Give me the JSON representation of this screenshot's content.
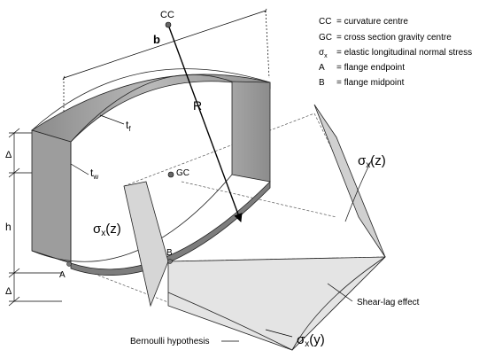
{
  "legend": {
    "items": [
      {
        "key": "CC",
        "desc": "= curvature centre"
      },
      {
        "key": "GC",
        "desc": "= cross section gravity centre"
      },
      {
        "key": "σ",
        "sub": "x",
        "desc": "= elastic longitudinal normal stress"
      },
      {
        "key": "A",
        "desc": "= flange endpoint"
      },
      {
        "key": "B",
        "desc": "= flange midpoint"
      }
    ]
  },
  "labels": {
    "cc": "CC",
    "gc": "GC",
    "b": "b",
    "R": "R",
    "tf_main": "t",
    "tf_sub": "f",
    "tw_main": "t",
    "tw_sub": "w",
    "h": "h",
    "delta_top": "Δ",
    "delta_bottom": "Δ",
    "point_a": "A",
    "point_b": "B",
    "sigma_left_main": "σ",
    "sigma_left_sub": "x",
    "sigma_left_arg": "(z)",
    "sigma_right_main": "σ",
    "sigma_right_sub": "x",
    "sigma_right_arg": "(z)",
    "sigma_bottom_main": "σ",
    "sigma_bottom_sub": "x",
    "sigma_bottom_arg": "(y)",
    "shear_lag": "Shear-lag effect",
    "bernoulli": "Bernoulli hypothesis"
  }
}
